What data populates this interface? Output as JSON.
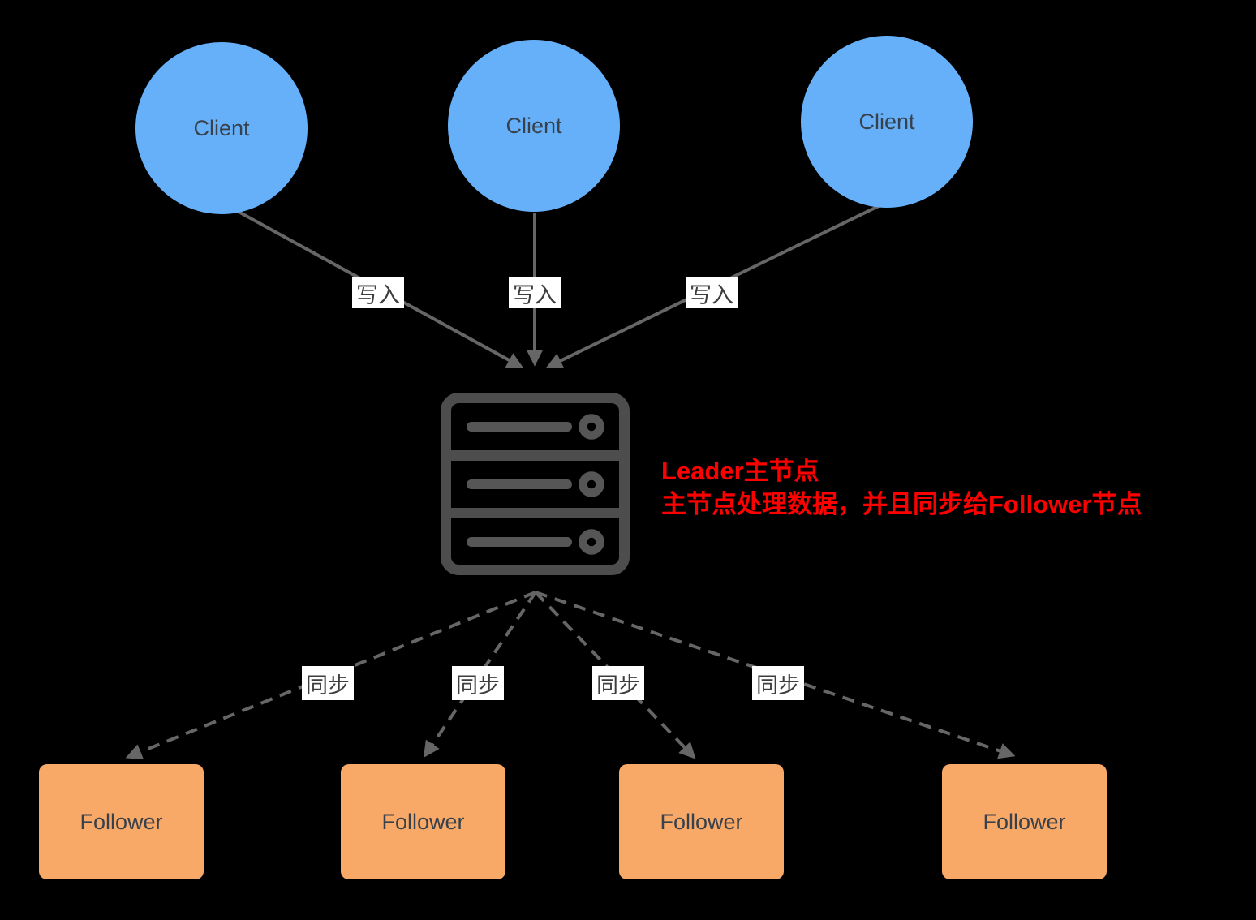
{
  "canvas": {
    "background": "#000000"
  },
  "colors": {
    "client_fill": "#66B0F9",
    "follower_fill": "#F9A967",
    "edge_stroke": "#666666",
    "icon_stroke": "#4D4D4D",
    "annotation_red": "#FF0000",
    "node_text": "#38414B",
    "edge_label_text": "#3D3D3D",
    "edge_label_bg": "#FFFFFF"
  },
  "icons": {
    "leader": "server-stack-icon"
  },
  "clients": [
    {
      "label": "Client"
    },
    {
      "label": "Client"
    },
    {
      "label": "Client"
    }
  ],
  "write_edges": [
    {
      "label": "写入"
    },
    {
      "label": "写入"
    },
    {
      "label": "写入"
    }
  ],
  "leader": {
    "annotation": {
      "line1": "Leader主节点",
      "line2": "主节点处理数据，并且同步给Follower节点"
    }
  },
  "sync_edges": [
    {
      "label": "同步"
    },
    {
      "label": "同步"
    },
    {
      "label": "同步"
    },
    {
      "label": "同步"
    }
  ],
  "followers": [
    {
      "label": "Follower"
    },
    {
      "label": "Follower"
    },
    {
      "label": "Follower"
    },
    {
      "label": "Follower"
    }
  ]
}
